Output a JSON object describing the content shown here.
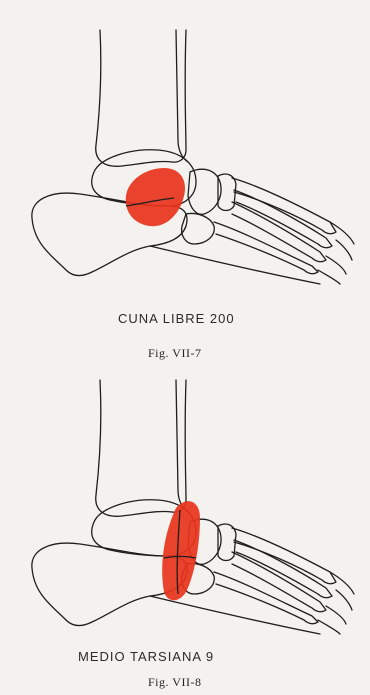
{
  "figures": [
    {
      "label": "CUNA LIBRE 200",
      "caption": "Fig. VII-7",
      "highlight_color": "#e8341c",
      "highlight_shape": "round-spot"
    },
    {
      "label": "MEDIO TARSIANA 9",
      "caption": "Fig. VII-8",
      "highlight_color": "#e8341c",
      "highlight_shape": "vertical-band"
    }
  ]
}
